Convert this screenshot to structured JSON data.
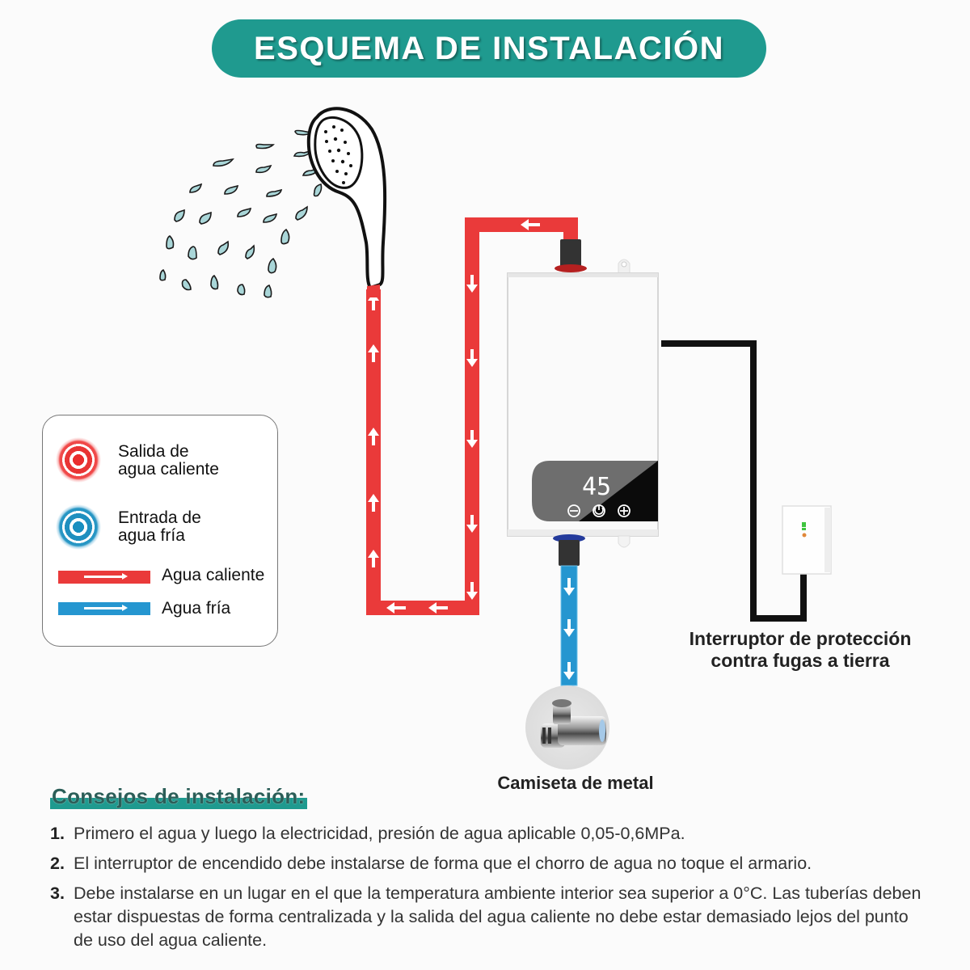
{
  "header": {
    "title": "ESQUEMA DE INSTALACIÓN"
  },
  "colors": {
    "accent": "#1f9a8f",
    "hot_water": "#ea3a3a",
    "cold_water": "#2596d0",
    "electric_wire": "#111111"
  },
  "legend": {
    "items": [
      {
        "icon": "hot-outlet-target-icon",
        "label_line1": "Salida de",
        "label_line2": "agua caliente"
      },
      {
        "icon": "cold-inlet-target-icon",
        "label_line1": "Entrada de",
        "label_line2": "agua fría"
      },
      {
        "icon": "hot-water-arrow-bar-icon",
        "label": "Agua caliente"
      },
      {
        "icon": "cold-water-arrow-bar-icon",
        "label": "Agua fría"
      }
    ]
  },
  "heater": {
    "display_value": "45",
    "buttons": [
      "minus-icon",
      "power-icon",
      "plus-icon"
    ]
  },
  "labels": {
    "breaker_line1": "Interruptor de protección",
    "breaker_line2": "contra fugas a tierra",
    "valve": "Camiseta de metal"
  },
  "tips": {
    "title": "Consejos de instalación:",
    "items": [
      {
        "num": "1.",
        "text": "Primero el agua y luego la electricidad, presión de agua aplicable 0,05-0,6MPa."
      },
      {
        "num": "2.",
        "text": "El interruptor de encendido debe instalarse de forma que el chorro de agua no toque el armario."
      },
      {
        "num": "3.",
        "text": "Debe instalarse en un lugar en el que la temperatura ambiente interior sea superior a 0°C. Las tuberías deben estar dispuestas de forma centralizada y la salida del agua caliente no debe estar demasiado lejos del punto de uso del agua caliente."
      }
    ]
  }
}
